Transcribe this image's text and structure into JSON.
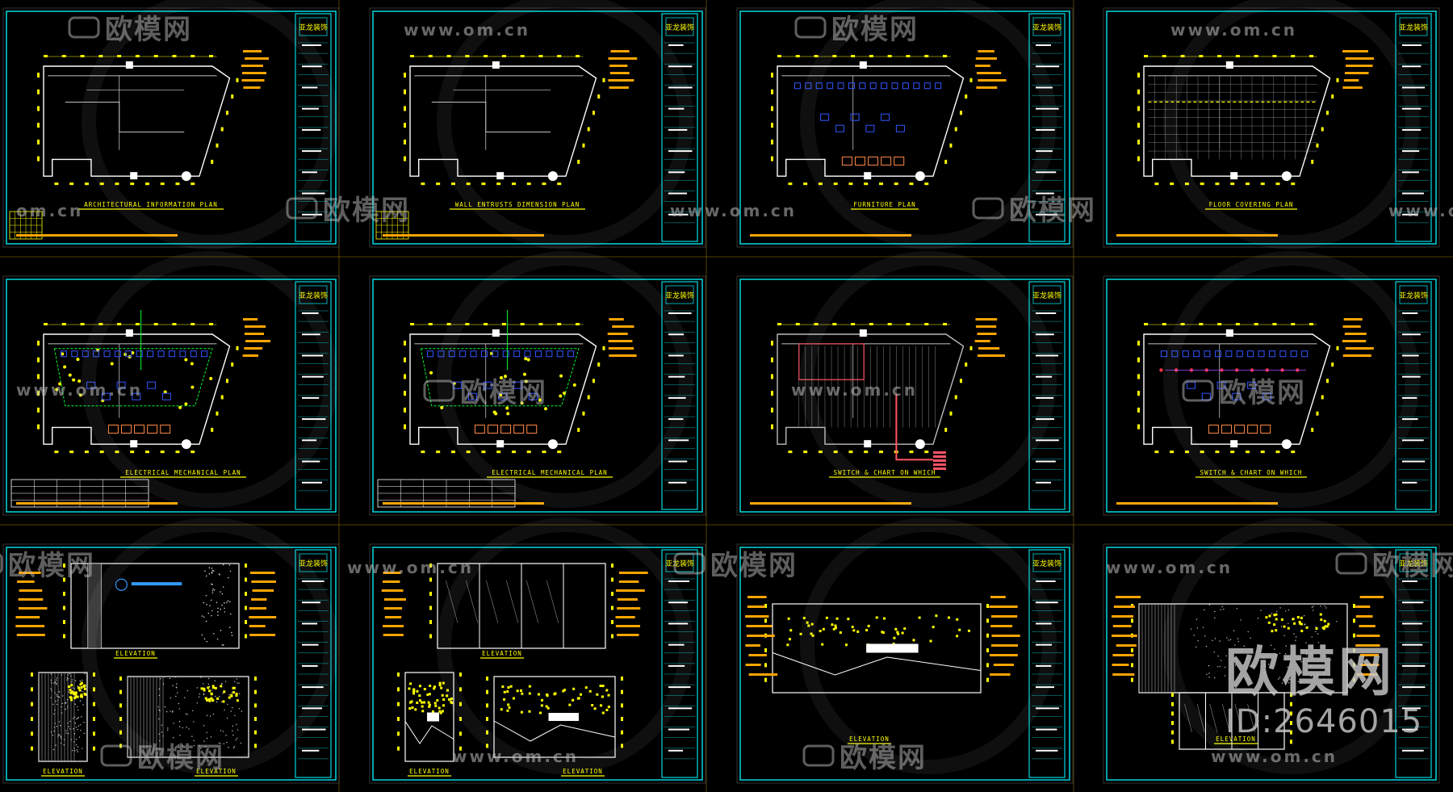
{
  "sheets": [
    {
      "title": "ARCHITECTURAL INFORMATION PLAN",
      "type": "plan"
    },
    {
      "title": "WALL ENTRUSTS DIMENSION PLAN",
      "type": "plan"
    },
    {
      "title": "FURNITURE PLAN",
      "type": "furniture"
    },
    {
      "title": "FLOOR COVERING PLAN",
      "type": "floor"
    },
    {
      "title": "ELECTRICAL MECHANICAL PLAN",
      "type": "elec"
    },
    {
      "title": "ELECTRICAL MECHANICAL PLAN",
      "type": "elec2"
    },
    {
      "title": "SWITCH & CHART ON WHICH",
      "type": "switch"
    },
    {
      "title": "SWITCH & CHART ON WHICH",
      "type": "switch2"
    },
    {
      "title": "ELEVATION",
      "type": "elev1"
    },
    {
      "title": "ELEVATION",
      "type": "elev2"
    },
    {
      "title": "ELEVATION",
      "type": "elev3"
    },
    {
      "title": "ELEVATION",
      "type": "elev4"
    }
  ],
  "sheet_sub_titles": {
    "elev1": [
      "ELEVATION",
      "ELEVATION"
    ],
    "elev2": [
      "ELEVATION",
      "ELEVATION"
    ]
  },
  "title_block_logo": "亚龙装饰",
  "watermarks": {
    "url": "www.om.cn",
    "url_short": "om.cn",
    "cn": "欧模网"
  },
  "brand": {
    "title": "欧模网",
    "id": "ID:2646015"
  },
  "colors": {
    "background": "#000000",
    "frame": "#00d8e0",
    "linework": "#ffffff",
    "dimension": "#ffff00",
    "annotation": "#ffa500",
    "electrical": "#00ff33",
    "furniture": "#3355ff",
    "switch": "#ff5566",
    "watermark": "#bbbbbb"
  }
}
